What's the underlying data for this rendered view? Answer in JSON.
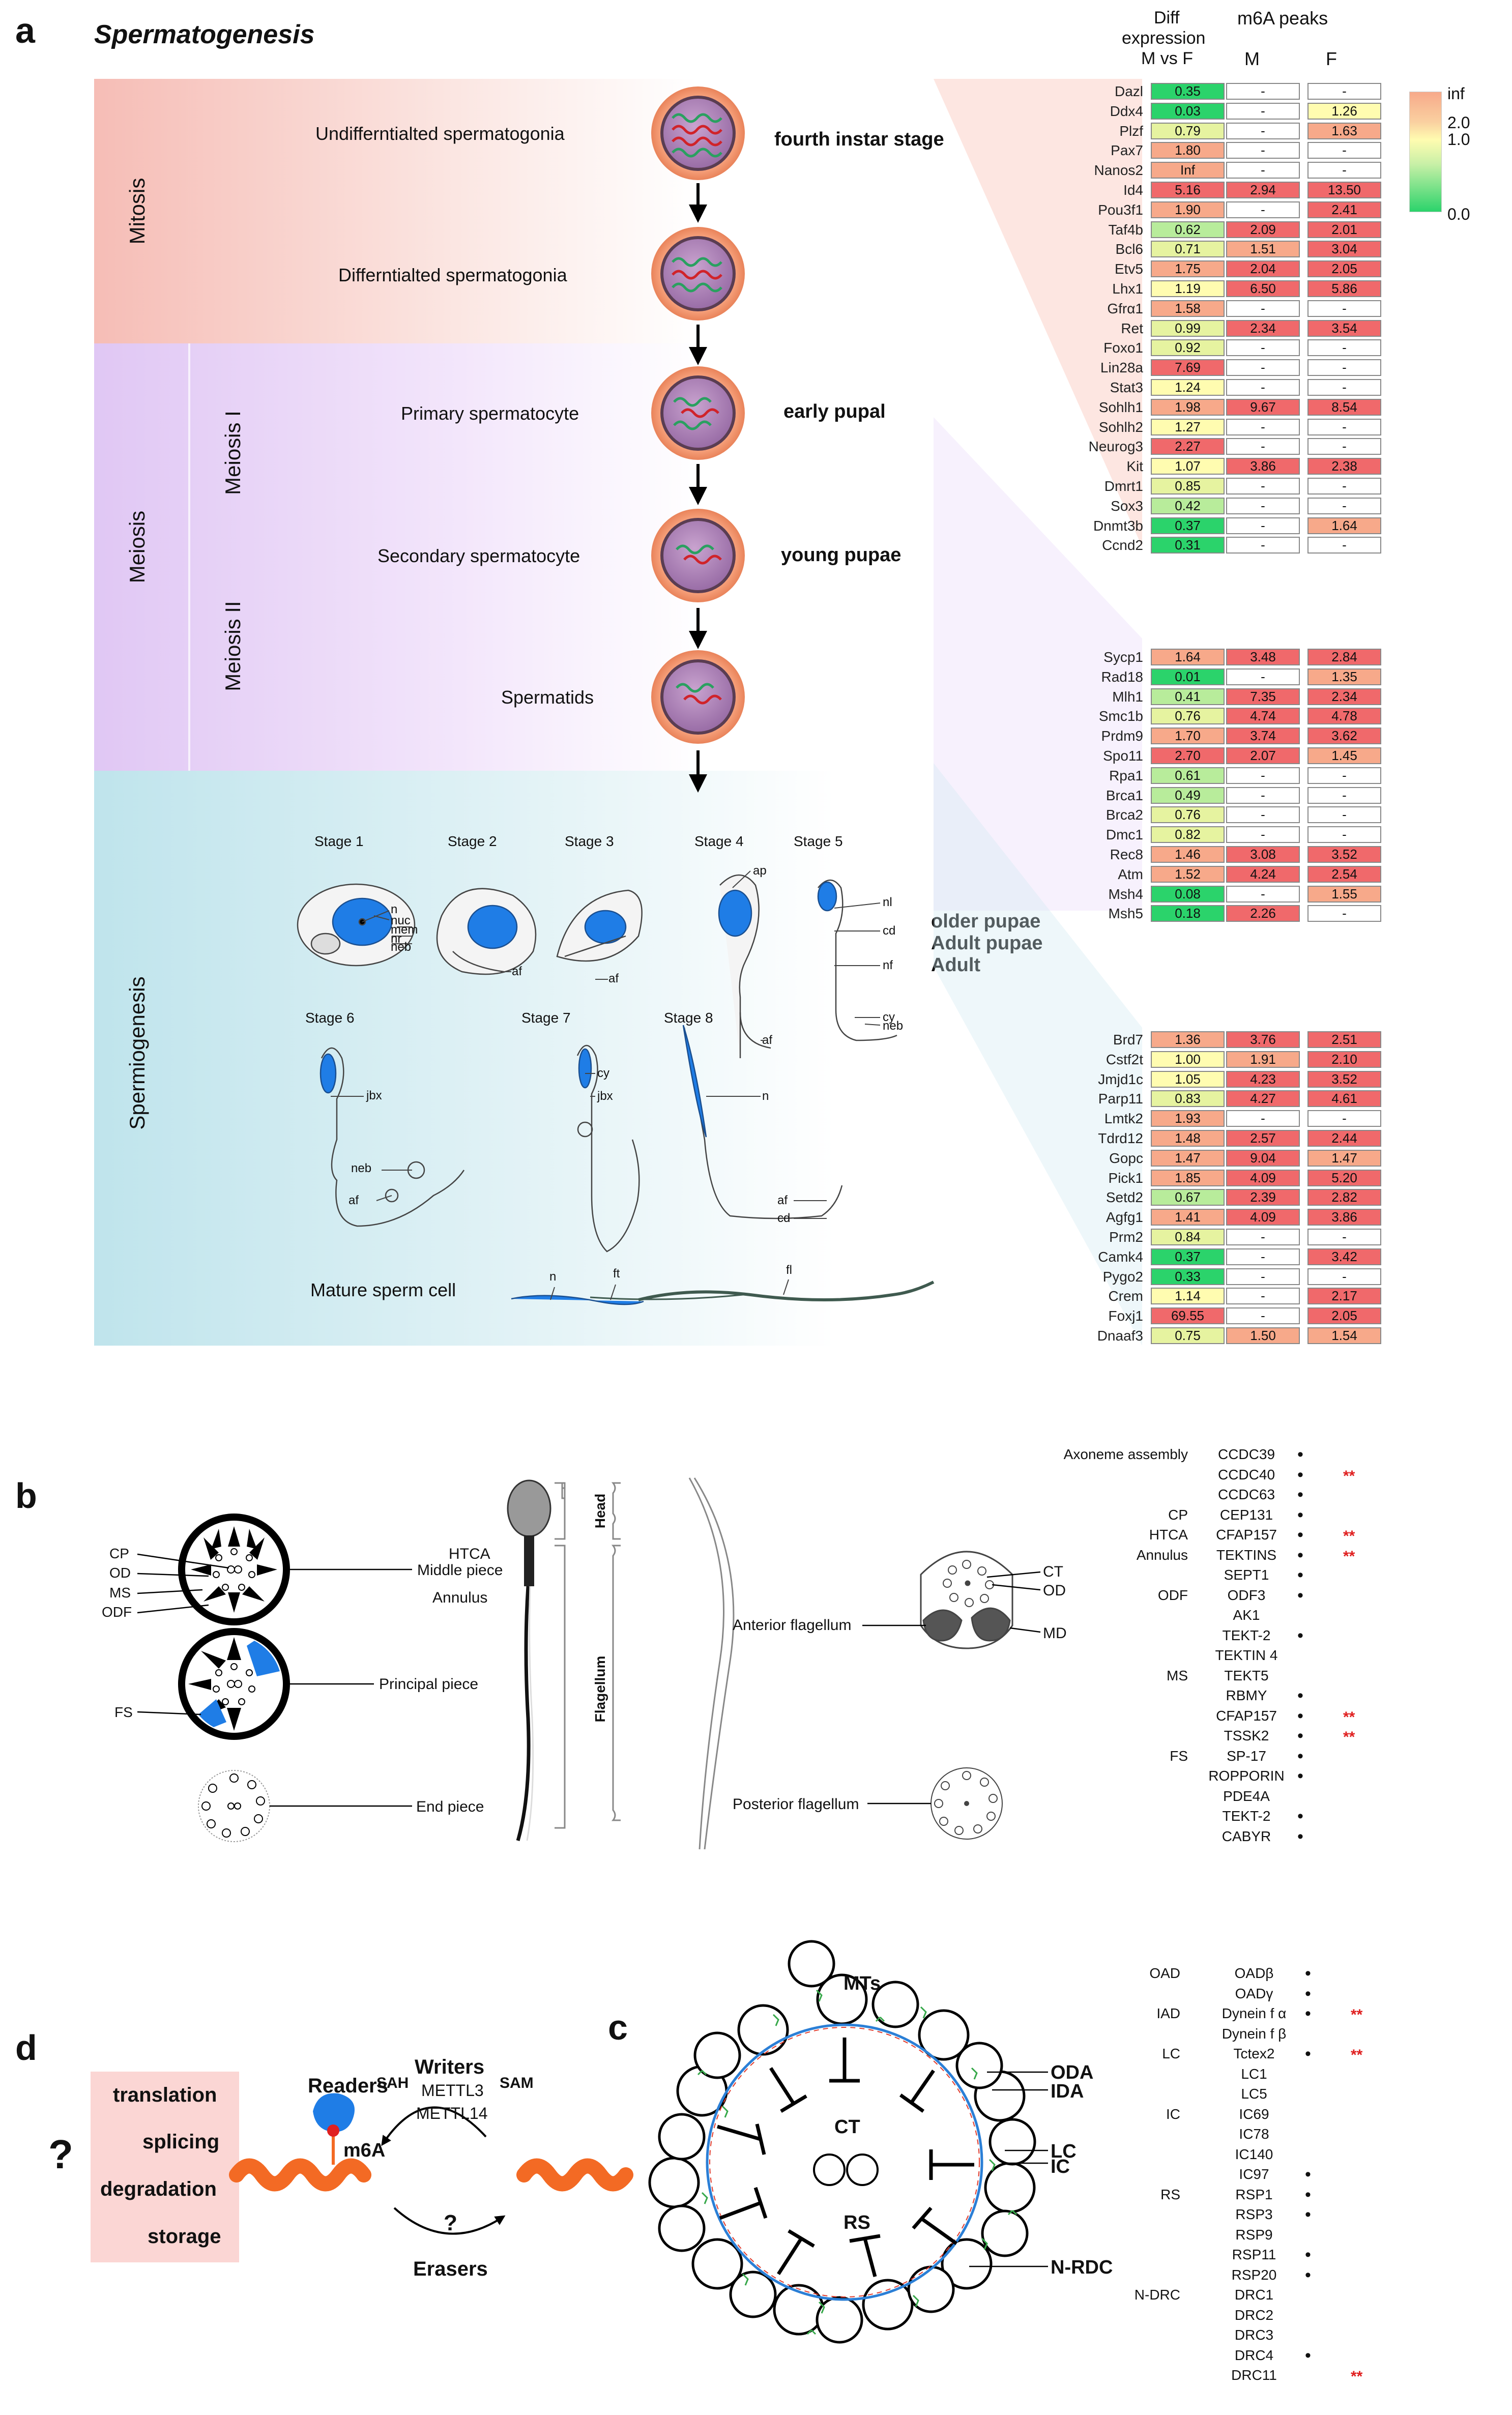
{
  "panel_a": {
    "letter": "a",
    "title": "Spermatogenesis",
    "col_headers": {
      "diff": [
        "Diff",
        "expression",
        "M vs F"
      ],
      "m6a": "m6A peaks",
      "m": "M",
      "f": "F"
    },
    "colorbar": {
      "labels": [
        "inf",
        "2.0",
        "1.0",
        "0.0"
      ],
      "colors": [
        "#f7a98a",
        "#fffcb0",
        "#2bd36b"
      ]
    },
    "phases": [
      "Mitosis",
      "Meiosis",
      "Spermiogenesis"
    ],
    "subphases": [
      "Meiosis I",
      "Meiosis II"
    ],
    "cells": [
      "Undifferntialted spermatogonia",
      "Differntialted spermatogonia",
      "Primary spermatocyte",
      "Secondary spermatocyte",
      "Spermatids"
    ],
    "stage_labels": [
      "fourth instar stage",
      "early pupal",
      "young pupae",
      "older pupae",
      "Adult pupae",
      "Adult"
    ],
    "stages": [
      "Stage 1",
      "Stage 2",
      "Stage 3",
      "Stage 4",
      "Stage 5",
      "Stage 6",
      "Stage 7",
      "Stage 8"
    ],
    "annotations": {
      "s1": [
        "n",
        "nuc",
        "mem",
        "nr",
        "neb"
      ],
      "s2": [
        "af"
      ],
      "s3": [
        "af"
      ],
      "s4": [
        "ap",
        "af"
      ],
      "s5": [
        "nl",
        "cd",
        "nf",
        "cy",
        "neb"
      ],
      "s6": [
        "jbx",
        "neb",
        "af"
      ],
      "s7": [
        "cy",
        "jbx"
      ],
      "s8": [
        "n",
        "af",
        "cd"
      ],
      "mature": [
        "n",
        "ft",
        "fl"
      ]
    },
    "mature_label": "Mature  sperm cell",
    "groups": [
      {
        "rows": [
          [
            "Dazl",
            "0.35",
            "-",
            "-"
          ],
          [
            "Ddx4",
            "0.03",
            "-",
            "1.26"
          ],
          [
            "Plzf",
            "0.79",
            "-",
            "1.63"
          ],
          [
            "Pax7",
            "1.80",
            "-",
            "-"
          ],
          [
            "Nanos2",
            "Inf",
            "-",
            "-"
          ],
          [
            "Id4",
            "5.16",
            "2.94",
            "13.50"
          ],
          [
            "Pou3f1",
            "1.90",
            "-",
            "2.41"
          ],
          [
            "Taf4b",
            "0.62",
            "2.09",
            "2.01"
          ],
          [
            "Bcl6",
            "0.71",
            "1.51",
            "3.04"
          ],
          [
            "Etv5",
            "1.75",
            "2.04",
            "2.05"
          ],
          [
            "Lhx1",
            "1.19",
            "6.50",
            "5.86"
          ],
          [
            "Gfrα1",
            "1.58",
            "-",
            "-"
          ],
          [
            "Ret",
            "0.99",
            "2.34",
            "3.54"
          ],
          [
            "Foxo1",
            "0.92",
            "-",
            "-"
          ],
          [
            "Lin28a",
            "7.69",
            "-",
            "-"
          ],
          [
            "Stat3",
            "1.24",
            "-",
            "-"
          ],
          [
            "Sohlh1",
            "1.98",
            "9.67",
            "8.54"
          ],
          [
            "Sohlh2",
            "1.27",
            "-",
            "-"
          ],
          [
            "Neurog3",
            "2.27",
            "-",
            "-"
          ],
          [
            "Kit",
            "1.07",
            "3.86",
            "2.38"
          ],
          [
            "Dmrt1",
            "0.85",
            "-",
            "-"
          ],
          [
            "Sox3",
            "0.42",
            "-",
            "-"
          ],
          [
            "Dnmt3b",
            "0.37",
            "-",
            "1.64"
          ],
          [
            "Ccnd2",
            "0.31",
            "-",
            "-"
          ]
        ]
      },
      {
        "rows": [
          [
            "Sycp1",
            "1.64",
            "3.48",
            "2.84"
          ],
          [
            "Rad18",
            "0.01",
            "-",
            "1.35"
          ],
          [
            "Mlh1",
            "0.41",
            "7.35",
            "2.34"
          ],
          [
            "Smc1b",
            "0.76",
            "4.74",
            "4.78"
          ],
          [
            "Prdm9",
            "1.70",
            "3.74",
            "3.62"
          ],
          [
            "Spo11",
            "2.70",
            "2.07",
            "1.45"
          ],
          [
            "Rpa1",
            "0.61",
            "-",
            "-"
          ],
          [
            "Brca1",
            "0.49",
            "-",
            "-"
          ],
          [
            "Brca2",
            "0.76",
            "-",
            "-"
          ],
          [
            "Dmc1",
            "0.82",
            "-",
            "-"
          ],
          [
            "Rec8",
            "1.46",
            "3.08",
            "3.52"
          ],
          [
            "Atm",
            "1.52",
            "4.24",
            "2.54"
          ],
          [
            "Msh4",
            "0.08",
            "-",
            "1.55"
          ],
          [
            "Msh5",
            "0.18",
            "2.26",
            "-"
          ]
        ]
      },
      {
        "rows": [
          [
            "Brd7",
            "1.36",
            "3.76",
            "2.51"
          ],
          [
            "Cstf2t",
            "1.00",
            "1.91",
            "2.10"
          ],
          [
            "Jmjd1c",
            "1.05",
            "4.23",
            "3.52"
          ],
          [
            "Parp11",
            "0.83",
            "4.27",
            "4.61"
          ],
          [
            "Lmtk2",
            "1.93",
            "-",
            "-"
          ],
          [
            "Tdrd12",
            "1.48",
            "2.57",
            "2.44"
          ],
          [
            "Gopc",
            "1.47",
            "9.04",
            "1.47"
          ],
          [
            "Pick1",
            "1.85",
            "4.09",
            "5.20"
          ],
          [
            "Setd2",
            "0.67",
            "2.39",
            "2.82"
          ],
          [
            "Agfg1",
            "1.41",
            "4.09",
            "3.86"
          ],
          [
            "Prm2",
            "0.84",
            "-",
            "-"
          ],
          [
            "Camk4",
            "0.37",
            "-",
            "3.42"
          ],
          [
            "Pygo2",
            "0.33",
            "-",
            "-"
          ],
          [
            "Crem",
            "1.14",
            "-",
            "2.17"
          ],
          [
            "Foxj1",
            "69.55",
            "-",
            "2.05"
          ],
          [
            "Dnaaf3",
            "0.75",
            "1.50",
            "1.54"
          ]
        ]
      }
    ]
  },
  "panel_b": {
    "letter": "b",
    "cs_labels": [
      "CP",
      "OD",
      "MS",
      "ODF",
      "FS"
    ],
    "region_labels": [
      "HTCA",
      "Middle piece",
      "Annulus",
      "Principal piece",
      "End piece"
    ],
    "bracket_labels": [
      "Head",
      "Flagellum"
    ],
    "flagellum_labels": [
      "Anterior flagellum",
      "Posterior flagellum"
    ],
    "ant_labels": [
      "CT",
      "OD",
      "MD"
    ],
    "categories": [
      {
        "name": "Axoneme assembly",
        "items": [
          [
            "CCDC39",
            1,
            0
          ],
          [
            "CCDC40",
            1,
            1
          ],
          [
            "CCDC63",
            1,
            0
          ]
        ]
      },
      {
        "name": "CP",
        "items": [
          [
            "CEP131",
            1,
            0
          ]
        ]
      },
      {
        "name": "HTCA",
        "items": [
          [
            "CFAP157",
            1,
            1
          ]
        ]
      },
      {
        "name": "Annulus",
        "items": [
          [
            "TEKTINS",
            1,
            1
          ],
          [
            "SEPT1",
            1,
            0
          ]
        ]
      },
      {
        "name": "ODF",
        "items": [
          [
            "ODF3",
            1,
            0
          ],
          [
            "AK1",
            0,
            0
          ],
          [
            "TEKT-2",
            1,
            0
          ],
          [
            "TEKTIN 4",
            0,
            0
          ]
        ]
      },
      {
        "name": "MS",
        "items": [
          [
            "TEKT5",
            0,
            0
          ],
          [
            "RBMY",
            1,
            0
          ],
          [
            "CFAP157",
            1,
            1
          ],
          [
            "TSSK2",
            1,
            1
          ]
        ]
      },
      {
        "name": "FS",
        "items": [
          [
            "SP-17",
            1,
            0
          ],
          [
            "ROPPORIN",
            1,
            0
          ],
          [
            "PDE4A",
            0,
            0
          ],
          [
            "TEKT-2",
            1,
            0
          ],
          [
            "CABYR",
            1,
            0
          ]
        ]
      }
    ]
  },
  "panel_c": {
    "letter": "c",
    "labels": [
      "MTs",
      "ODA",
      "IDA",
      "CT",
      "RS",
      "LC",
      "IC",
      "N-RDC"
    ],
    "categories": [
      {
        "name": "OAD",
        "items": [
          [
            "OADβ",
            1,
            0
          ],
          [
            "OADγ",
            1,
            0
          ]
        ]
      },
      {
        "name": "IAD",
        "items": [
          [
            "Dynein f α",
            1,
            1
          ],
          [
            "Dynein f β",
            0,
            0
          ]
        ]
      },
      {
        "name": "LC",
        "items": [
          [
            "Tctex2",
            1,
            1
          ],
          [
            "LC1",
            0,
            0
          ],
          [
            "LC5",
            0,
            0
          ]
        ]
      },
      {
        "name": "IC",
        "items": [
          [
            "IC69",
            0,
            0
          ],
          [
            "IC78",
            0,
            0
          ],
          [
            "IC140",
            0,
            0
          ],
          [
            "IC97",
            1,
            0
          ]
        ]
      },
      {
        "name": "RS",
        "items": [
          [
            "RSP1",
            1,
            0
          ],
          [
            "RSP3",
            1,
            0
          ],
          [
            "RSP9",
            0,
            0
          ],
          [
            "RSP11",
            1,
            0
          ],
          [
            "RSP20",
            1,
            0
          ]
        ]
      },
      {
        "name": "N-DRC",
        "items": [
          [
            "DRC1",
            0,
            0
          ],
          [
            "DRC2",
            0,
            0
          ],
          [
            "DRC3",
            0,
            0
          ],
          [
            "DRC4",
            1,
            0
          ],
          [
            "DRC11",
            0,
            1
          ]
        ]
      }
    ]
  },
  "panel_d": {
    "letter": "d",
    "question": "?",
    "fates": [
      "translation",
      "splicing",
      "degradation",
      "storage"
    ],
    "readers": "Readers",
    "writers": "Writers",
    "writer_genes": [
      "METTL3",
      "METTL14"
    ],
    "sah": "SAH",
    "sam": "SAM",
    "m6a": "m6A",
    "erasers_q": "?",
    "erasers": "Erasers"
  },
  "symbols": {
    "dot": "•",
    "stars": "**"
  },
  "colors": {
    "red": "#f0696b",
    "orange": "#f7a98a",
    "yellow": "#fffcb0",
    "green": "#2bd36b",
    "blue": "#1f7de6",
    "wavy": "#f36a24",
    "star": "#e02020"
  }
}
